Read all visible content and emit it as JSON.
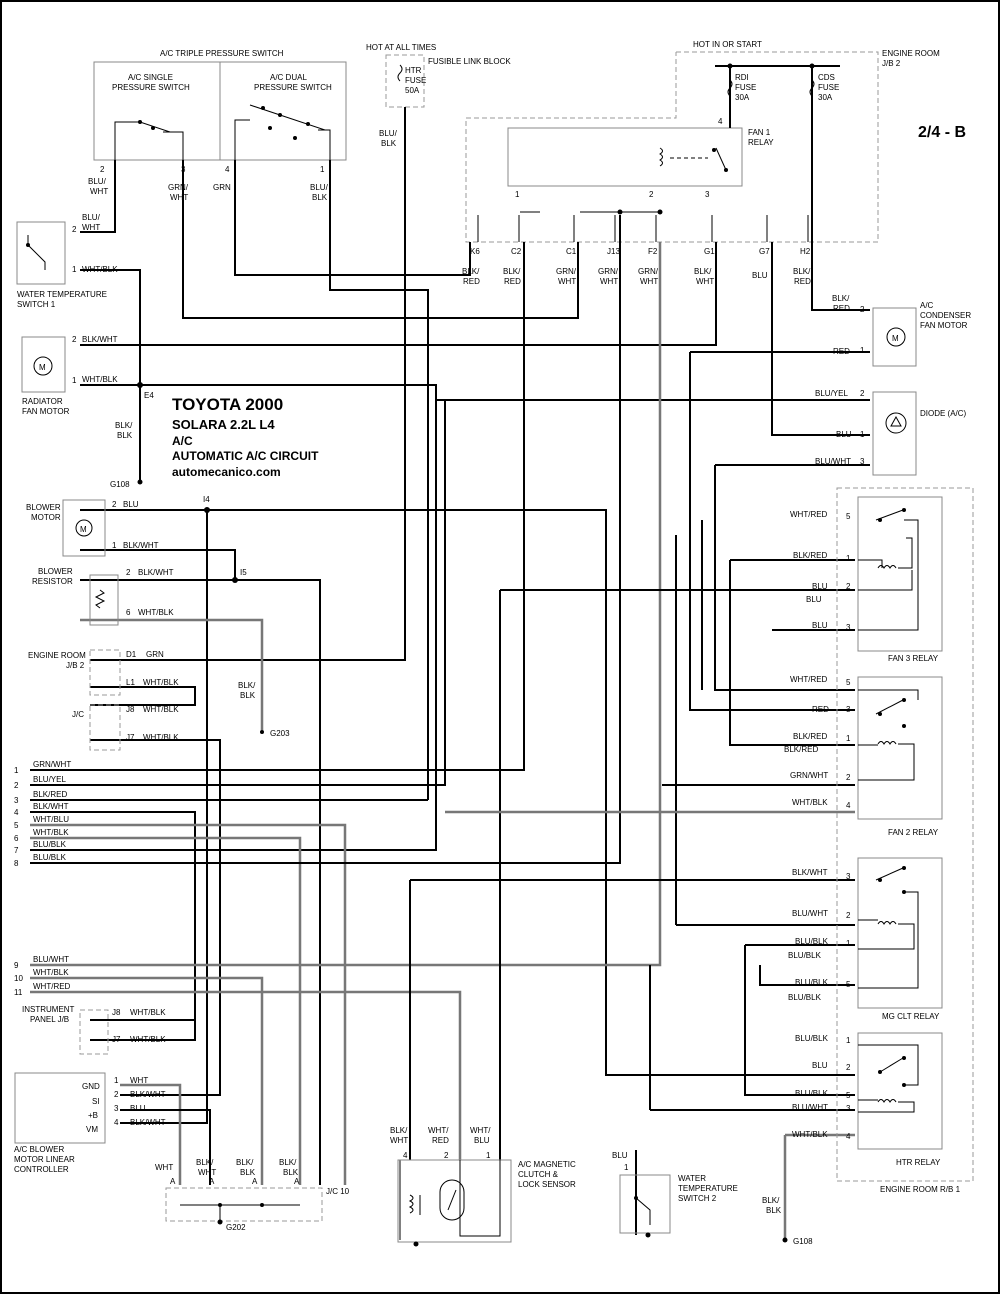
{
  "header": {
    "page": "2/4 - B",
    "make_year": "TOYOTA 2000",
    "model": "SOLARA   2.2L  L4",
    "system": "A/C",
    "circuit": "AUTOMATIC A/C CIRCUIT",
    "site": "automecanico.com"
  },
  "top_labels": {
    "triple_switch": "A/C TRIPLE PRESSURE SWITCH",
    "single_switch_1": "A/C SINGLE",
    "single_switch_2": "PRESSURE SWITCH",
    "dual_switch_1": "A/C DUAL",
    "dual_switch_2": "PRESSURE SWITCH",
    "hot_all_times": "HOT AT ALL TIMES",
    "fusible_link": "FUSIBLE LINK BLOCK",
    "htr_fuse_1": "HTR",
    "htr_fuse_2": "FUSE",
    "htr_fuse_3": "50A",
    "hot_run_start": "HOT IN OR START",
    "engine_room_jb2_1": "ENGINE ROOM",
    "engine_room_jb2_2": "J/B 2",
    "rdi_fuse_1": "RDI",
    "rdi_fuse_2": "FUSE",
    "rdi_fuse_3": "30A",
    "cds_fuse_1": "CDS",
    "cds_fuse_2": "FUSE",
    "cds_fuse_3": "30A",
    "fan1_relay_1": "FAN 1",
    "fan1_relay_2": "RELAY"
  },
  "connectors_top": [
    "K6",
    "C2",
    "C1",
    "J13",
    "F2",
    "G1",
    "G7",
    "H2"
  ],
  "left_components": {
    "water_temp_1_a": "WATER TEMPERATURE",
    "water_temp_1_b": "SWITCH 1",
    "radiator_fan_a": "RADIATOR",
    "radiator_fan_b": "FAN MOTOR",
    "blower_motor_a": "BLOWER",
    "blower_motor_b": "MOTOR",
    "blower_resistor_a": "BLOWER",
    "blower_resistor_b": "RESISTOR",
    "engine_room_a": "ENGINE ROOM",
    "engine_room_b": "J/B 2",
    "jc": "J/C",
    "instrument_panel_a": "INSTRUMENT",
    "instrument_panel_b": "PANEL J/B",
    "controller_a": "A/C BLOWER",
    "controller_b": "MOTOR LINEAR",
    "controller_c": "CONTROLLER",
    "ctrl_gnd": "GND",
    "ctrl_si": "SI",
    "ctrl_b": "+B",
    "ctrl_vm": "VM",
    "jc10": "J/C 10"
  },
  "right_components": {
    "condenser_a": "A/C",
    "condenser_b": "CONDENSER",
    "condenser_c": "FAN MOTOR",
    "diode": "DIODE (A/C)",
    "fan3_relay": "FAN 3 RELAY",
    "fan2_relay": "FAN 2 RELAY",
    "mgclt_relay": "MG CLT RELAY",
    "htr_relay": "HTR RELAY",
    "engine_room_rb1": "ENGINE ROOM R/B 1",
    "clutch_a": "A/C MAGNETIC",
    "clutch_b": "CLUTCH &",
    "clutch_c": "LOCK SENSOR",
    "water_temp_2_a": "WATER",
    "water_temp_2_b": "TEMPERATURE",
    "water_temp_2_c": "SWITCH 2"
  },
  "splices": {
    "e4": "E4",
    "i4": "I4",
    "i5": "I5"
  },
  "grounds": {
    "g108": "G108",
    "g203": "G203",
    "g202": "G202"
  },
  "harness_lines": [
    {
      "num": "1",
      "color": "GRN/WHT"
    },
    {
      "num": "2",
      "color": "BLU/YEL"
    },
    {
      "num": "3",
      "color": "BLK/RED"
    },
    {
      "num": "4",
      "color": "BLK/WHT"
    },
    {
      "num": "5",
      "color": "WHT/BLU"
    },
    {
      "num": "6",
      "color": "WHT/BLK"
    },
    {
      "num": "7",
      "color": "BLU/BLK"
    },
    {
      "num": "8",
      "color": "BLU/BLK"
    },
    {
      "num": "9",
      "color": "BLU/WHT"
    },
    {
      "num": "10",
      "color": "WHT/BLK"
    },
    {
      "num": "11",
      "color": "WHT/RED"
    }
  ],
  "wire_colors": {
    "blu_wht": "BLU/",
    "blu_wht2": "WHT",
    "grn_wht": "GRN/",
    "grn_wht2": "WHT",
    "grn": "GRN",
    "blu_blk": "BLU/",
    "blu_blk2": "BLK",
    "blk_red": "BLK/",
    "blk_red2": "RED",
    "blu": "BLU",
    "blk": "BLK/",
    "wht": "WHT",
    "grn_wht_full": "GRN/WHT",
    "blk_red_full": "BLK/RED",
    "blk_wht_full": "BLK/WHT",
    "wht_blk_full": "WHT/BLK",
    "wht_red_full": "WHT/RED",
    "blu_yel_full": "BLU/YEL",
    "blu_wht_full": "BLU/WHT",
    "blu_blk_full": "BLU/BLK",
    "red": "RED",
    "wht_blu": "WHT/",
    "blu2": "BLU",
    "red2": "RED"
  },
  "colors": {
    "wire": "#000000",
    "ground_wire": "#777777",
    "box": "#888888"
  }
}
